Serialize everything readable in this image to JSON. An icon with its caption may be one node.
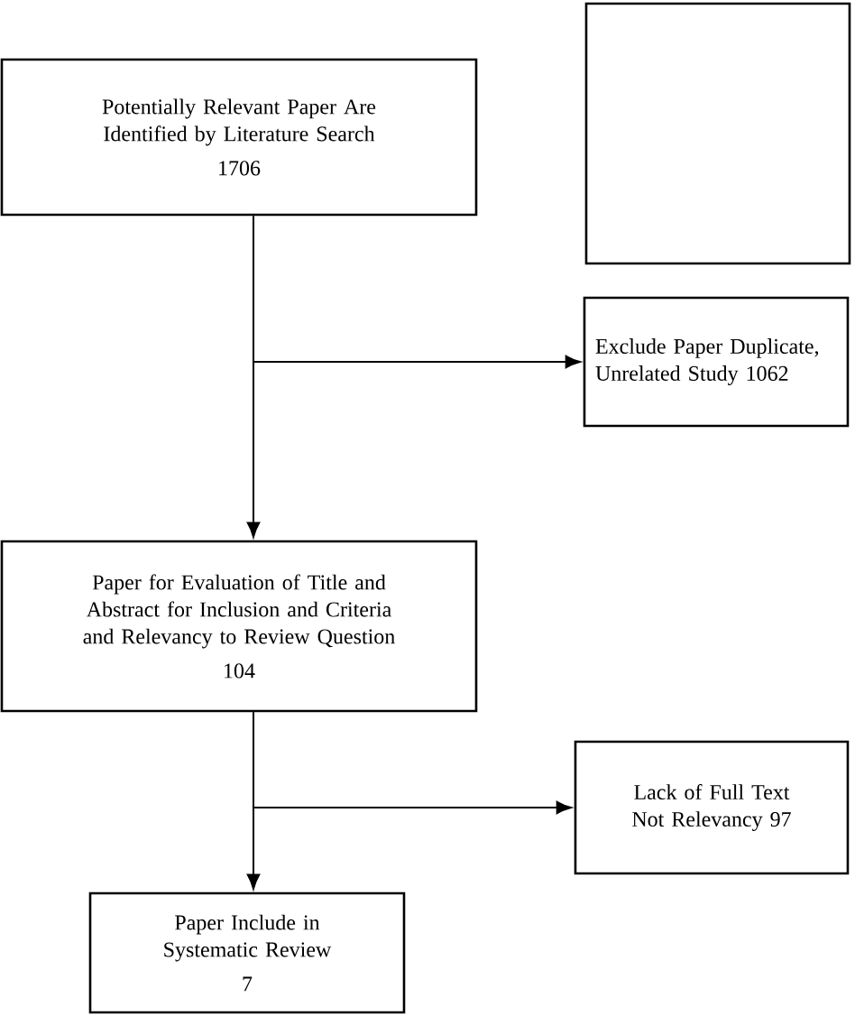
{
  "diagram": {
    "nodes": [
      {
        "text": [],
        "shape": "box"
      },
      {
        "text": [
          "Potentially Relevant Paper Are Identified by Literature Search",
          "1706"
        ]
      },
      {
        "text": [
          "Exclude Paper Duplicate, Unrelated Study 1062"
        ]
      },
      {
        "text": [
          "Paper for Evaluation of Title and Abstract for Inclusion and Criteria and Relevancy to Review Question",
          "104"
        ]
      },
      {
        "text": [
          "Lack of Full Text Not Relevancy 97"
        ]
      },
      {
        "text": [
          "Paper Include in Systematic Review",
          "7"
        ]
      }
    ],
    "edges": [
      {
        "from": 1,
        "to": 2,
        "arrow": "to"
      },
      {
        "from": 1,
        "to": 3,
        "arrow": "to"
      },
      {
        "from": 3,
        "to": 4,
        "arrow": "to"
      },
      {
        "from": 3,
        "to": 5,
        "arrow": "to"
      }
    ]
  }
}
